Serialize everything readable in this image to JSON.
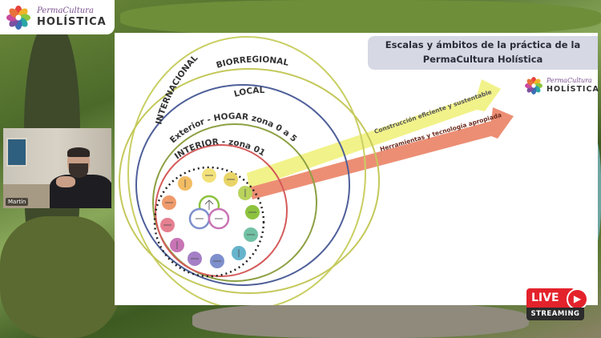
{
  "brand": {
    "logo_script": "PermaCultura",
    "logo_main": "HOLÍSTICA"
  },
  "slide": {
    "title_line1": "Escalas y ámbitos de la práctica de la",
    "title_line2": "PermaCultura Holística",
    "circles": {
      "internacional": "INTERNACIONAL",
      "biorregional": "BIORREGIONAL",
      "local": "LOCAL",
      "exterior": "Exterior - HOGAR zona 0 a 5",
      "interior": "INTERIOR - zona 01"
    },
    "arrows": {
      "construccion": "Construcción eficiente y sustentable",
      "herramientas": "Herramientas y tecnología apropiada"
    }
  },
  "webcam": {
    "name": "Martín"
  },
  "live_badge": {
    "live": "LIVE",
    "streaming": "STREAMING"
  },
  "colors": {
    "circle_internacional": "#c9cf63",
    "circle_biorregional": "#c4c85a",
    "circle_local": "#4e5f99",
    "circle_exterior": "#8da043",
    "circle_interior": "#d45a5a",
    "arrow_yellow": "#f2f28a",
    "arrow_salmon": "#ec8e74",
    "live_red": "#e3222b"
  }
}
